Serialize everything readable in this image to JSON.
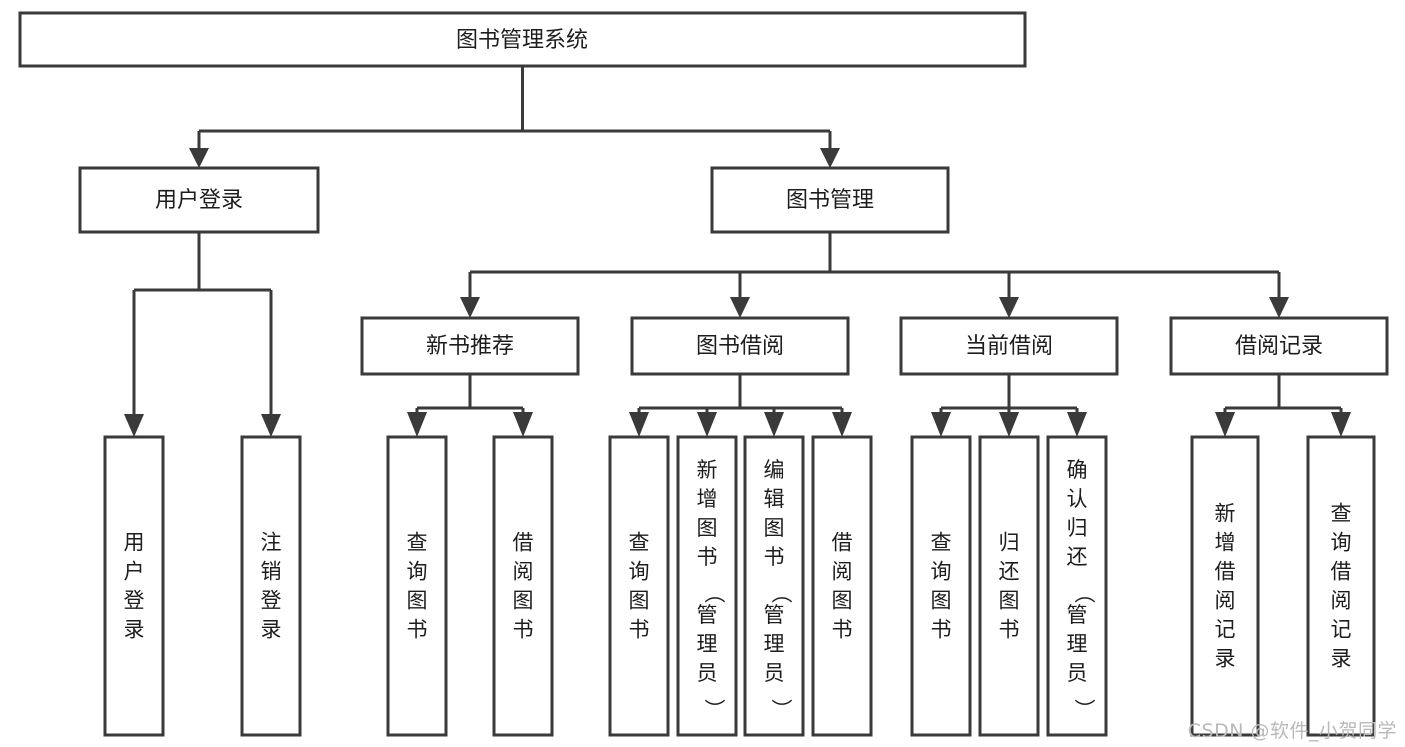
{
  "diagram": {
    "type": "tree-hierarchy-chart",
    "title": "图书管理系统",
    "root": {
      "id": "root",
      "label": "图书管理系统"
    },
    "level2": [
      {
        "id": "user-login",
        "label": "用户登录"
      },
      {
        "id": "book-manage",
        "label": "图书管理"
      }
    ],
    "level3": [
      {
        "id": "new-book-recommend",
        "label": "新书推荐",
        "parent": "book-manage"
      },
      {
        "id": "book-borrow",
        "label": "图书借阅",
        "parent": "book-manage"
      },
      {
        "id": "current-borrow",
        "label": "当前借阅",
        "parent": "book-manage"
      },
      {
        "id": "borrow-record",
        "label": "借阅记录",
        "parent": "book-manage"
      }
    ],
    "leaves": {
      "user-login": [
        {
          "id": "leaf-user-login",
          "label": "用户登录"
        },
        {
          "id": "leaf-user-logout",
          "label": "注销登录"
        }
      ],
      "new-book-recommend": [
        {
          "id": "leaf-query-book-1",
          "label": "查询图书"
        },
        {
          "id": "leaf-borrow-book-1",
          "label": "借阅图书"
        }
      ],
      "book-borrow": [
        {
          "id": "leaf-query-book-2",
          "label": "查询图书"
        },
        {
          "id": "leaf-add-book",
          "label": "新增图书（管理员）"
        },
        {
          "id": "leaf-edit-book",
          "label": "编辑图书（管理员）"
        },
        {
          "id": "leaf-borrow-book-2",
          "label": "借阅图书"
        }
      ],
      "current-borrow": [
        {
          "id": "leaf-query-book-3",
          "label": "查询图书"
        },
        {
          "id": "leaf-return-book",
          "label": "归还图书"
        },
        {
          "id": "leaf-confirm-return",
          "label": "确认归还（管理员）"
        }
      ],
      "borrow-record": [
        {
          "id": "leaf-add-record",
          "label": "新增借阅记录"
        },
        {
          "id": "leaf-query-record",
          "label": "查询借阅记录"
        }
      ]
    }
  },
  "colors": {
    "stroke": "#3a3a3a",
    "fill": "#ffffff",
    "text": "#1d1d1d",
    "watermark": "#b9b9b9"
  },
  "watermark": {
    "text": "CSDN @软件_小贺同学"
  }
}
